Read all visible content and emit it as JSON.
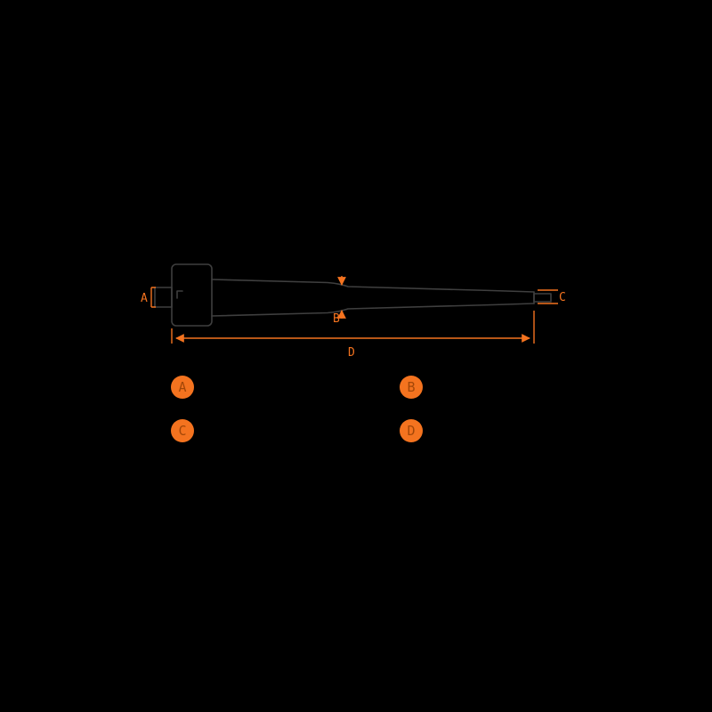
{
  "colors": {
    "accent": "#f4731f",
    "line": "#3f3f3f",
    "background": "#000000",
    "badge_fill": "#f4731f",
    "badge_letter": "#a34708"
  },
  "diagram": {
    "description": "technical-outline-drawing-of-pin-with-dimension-callouts",
    "dimension_labels": {
      "a": "A",
      "b": "B",
      "c": "C",
      "d": "D"
    }
  },
  "legend": {
    "items": [
      {
        "letter": "A"
      },
      {
        "letter": "B"
      },
      {
        "letter": "C"
      },
      {
        "letter": "D"
      }
    ]
  }
}
